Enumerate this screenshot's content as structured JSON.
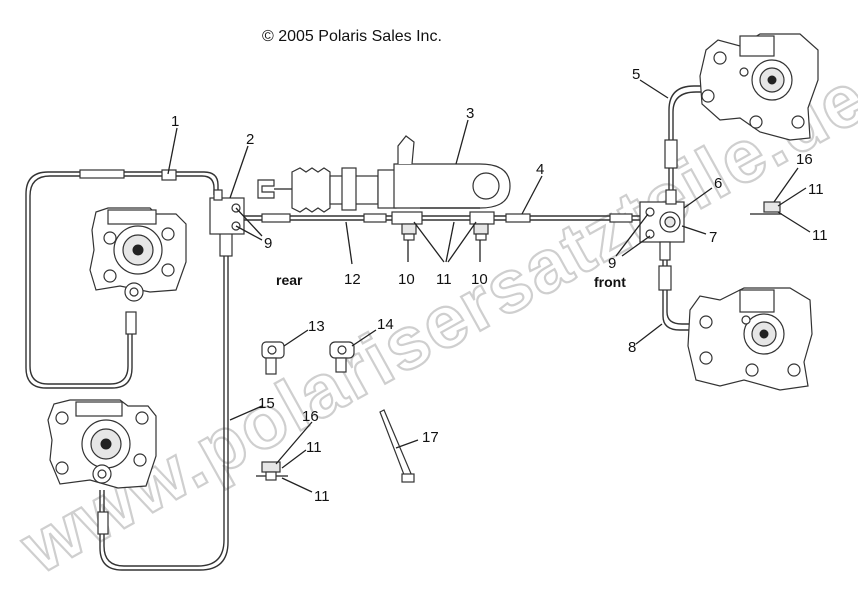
{
  "copyright": "© 2005 Polaris Sales Inc.",
  "watermark": "www.polarisersatzteile.de",
  "tags": {
    "rear": "rear",
    "front": "front"
  },
  "callouts": {
    "c1": "1",
    "c2": "2",
    "c3": "3",
    "c4": "4",
    "c5": "5",
    "c6": "6",
    "c7": "7",
    "c8": "8",
    "c9a": "9",
    "c9b": "9",
    "c10a": "10",
    "c10b": "10",
    "c11a": "11",
    "c11b": "11",
    "c11c": "11",
    "c11d": "11",
    "c11e": "11",
    "c12": "12",
    "c13": "13",
    "c14": "14",
    "c15": "15",
    "c16a": "16",
    "c16b": "16",
    "c17": "17"
  }
}
